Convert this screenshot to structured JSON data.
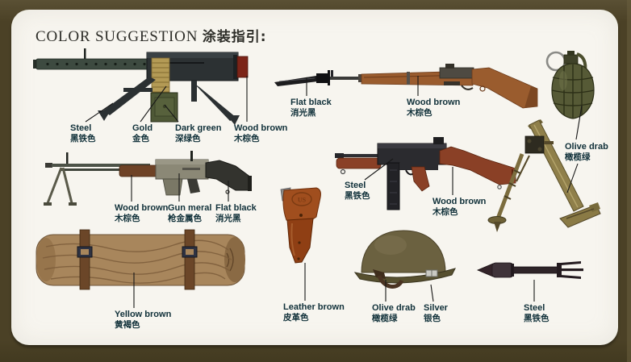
{
  "title": {
    "en": "COLOR SUGGESTION",
    "zh": "涂装指引:"
  },
  "palette": {
    "background": "#4b4126",
    "card": "#f7f5ef",
    "title_text": "#2e2e29",
    "label_text": "#103039",
    "callout_line": "#181818",
    "steel": "#2e3133",
    "gold": "#b39a55",
    "dark_green": "#4e5836",
    "wood_brown": "#8a4a28",
    "flat_black": "#1c1c1e",
    "olive_drab": "#6b6140",
    "gun_metal": "#8b8876",
    "yellow_brown": "#a8865c",
    "leather_brown": "#9c4a1e",
    "silver": "#c9c9c2"
  },
  "illustrations": [
    "machine-gun",
    "rifle-with-bayonet",
    "hand-grenade",
    "automatic-rifle",
    "submachine-gun",
    "mortar",
    "bedroll",
    "pistol-holster",
    "helmet",
    "rocket"
  ],
  "holster_emboss": "US",
  "groups": [
    {
      "weapon": "machine-gun",
      "labels": [
        {
          "en": "Steel",
          "zh": "黑铁色"
        },
        {
          "en": "Gold",
          "zh": "金色"
        },
        {
          "en": "Dark green",
          "zh": "深绿色"
        },
        {
          "en": "Wood brown",
          "zh": "木棕色"
        }
      ]
    },
    {
      "weapon": "rifle-with-bayonet",
      "labels": [
        {
          "en": "Flat black",
          "zh": "消光黑"
        },
        {
          "en": "Wood brown",
          "zh": "木棕色"
        }
      ]
    },
    {
      "weapon": "grenade-and-mortar",
      "labels": [
        {
          "en": "Olive drab",
          "zh": "橄榄绿"
        }
      ]
    },
    {
      "weapon": "automatic-rifle",
      "labels": [
        {
          "en": "Wood brown",
          "zh": "木棕色"
        },
        {
          "en": "Gun meral",
          "zh": "枪金属色"
        },
        {
          "en": "Flat black",
          "zh": "消光黑"
        }
      ]
    },
    {
      "weapon": "submachine-gun",
      "labels": [
        {
          "en": "Steel",
          "zh": "黑铁色"
        },
        {
          "en": "Wood brown",
          "zh": "木棕色"
        }
      ]
    },
    {
      "weapon": "bedroll",
      "labels": [
        {
          "en": "Yellow brown",
          "zh": "黄褐色"
        }
      ]
    },
    {
      "weapon": "pistol-holster",
      "labels": [
        {
          "en": "Leather brown",
          "zh": "皮革色"
        }
      ]
    },
    {
      "weapon": "helmet",
      "labels": [
        {
          "en": "Olive drab",
          "zh": "橄榄绿"
        },
        {
          "en": "Silver",
          "zh": "银色"
        }
      ]
    },
    {
      "weapon": "rocket",
      "labels": [
        {
          "en": "Steel",
          "zh": "黑铁色"
        }
      ]
    }
  ]
}
